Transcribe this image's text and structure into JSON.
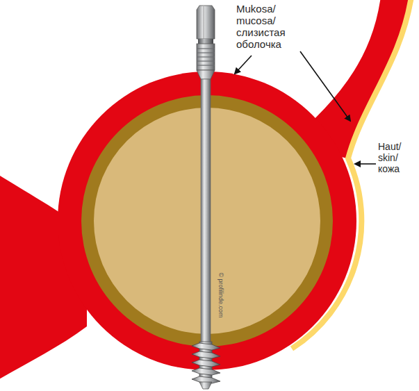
{
  "diagram": {
    "labels": [
      "Mukosa/ mucosa/ слизистая оболочка",
      "Haut/ skin/ кожа",
      "© profilinde.com"
    ]
  }
}
